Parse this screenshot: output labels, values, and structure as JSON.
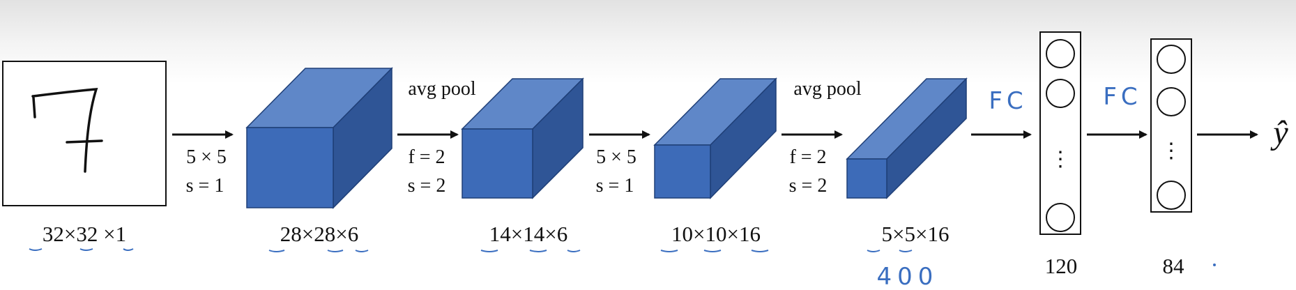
{
  "colors": {
    "cube_front": "#3d6bb8",
    "cube_top": "#5f87c8",
    "cube_side": "#2f5596",
    "ink": "#111111",
    "annotation": "#3a6ec0"
  },
  "input": {
    "digit": "7",
    "dims": "32×32 ×1"
  },
  "volumes": [
    {
      "dims": "28×28×6"
    },
    {
      "dims": "14×14×6"
    },
    {
      "dims": "10×10×16"
    },
    {
      "dims": "5×5×16",
      "note": "400"
    }
  ],
  "operations": [
    {
      "title": "",
      "line1": "5 × 5",
      "line2": "s = 1"
    },
    {
      "title": "avg pool",
      "line1": "f = 2",
      "line2": "s = 2"
    },
    {
      "title": "",
      "line1": "5 × 5",
      "line2": "s = 1"
    },
    {
      "title": "avg pool",
      "line1": "f = 2",
      "line2": "s = 2"
    }
  ],
  "fc_layers": [
    {
      "label": "FC",
      "units": "120",
      "dots": "⋮"
    },
    {
      "label": "FC",
      "units": "84",
      "dots": "⋮"
    }
  ],
  "output": {
    "symbol": "ŷ"
  }
}
